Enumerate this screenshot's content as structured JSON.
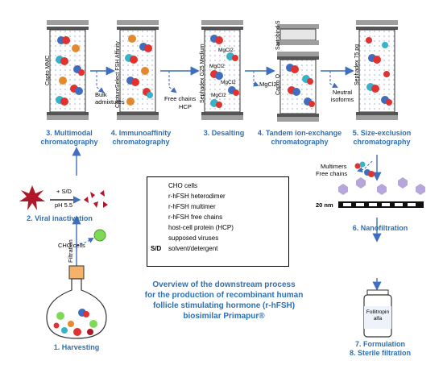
{
  "steps": {
    "s1": "1. Harvesting",
    "s2": "2. Viral inactivation",
    "s3a_l1": "3. Multimodal",
    "s3a_l2": "chromatography",
    "s4a_l1": "4. Immunoaffinity",
    "s4a_l2": "chromatography",
    "s3b": "3. Desalting",
    "s4b_l1": "4. Tandem ion-exchange",
    "s4b_l2": "chromatography",
    "s5_l1": "5. Size-exclusion",
    "s5_l2": "chromatography",
    "s6": "6. Nanofiltration",
    "s7": "7. Formulation",
    "s8": "8. Sterile filtration"
  },
  "columns": {
    "c1": "Capto MMC",
    "c2": "CaptureSelect FSH Affinity",
    "c3": "Sephadex G25 Medium",
    "c4a": "Sartobind S",
    "c4b": "Capto Q",
    "c5": "Sephadex 75 pg"
  },
  "annotations": {
    "bulk_l1": "Bulk",
    "bulk_l2": "admixtures",
    "free_chains": "Free chains",
    "hcp": "HCP",
    "mgcl2": "MgCl2",
    "mgcl2_inside": "MgCl2",
    "neutral_l1": "Neutral",
    "neutral_l2": "isoforms",
    "sd": "+ S/D",
    "ph": "pH 5.5",
    "filtration": "Filtration",
    "cho_cells": "CHO cells",
    "multimers": "Multimers",
    "free_chains2": "Free chains",
    "nm20": "20 nm",
    "vial_l1": "Follitropin",
    "vial_l2": "alfa"
  },
  "legend": {
    "items": [
      {
        "label": "CHO cells",
        "icon": "green-circle"
      },
      {
        "label": "r-hFSH heterodimer",
        "icon": "heterodimer"
      },
      {
        "label": "r-hFSH multimer",
        "icon": "multimer"
      },
      {
        "label": "r-hFSH free chains",
        "icon": "free-chains"
      },
      {
        "label": "host-cell protein (HCP)",
        "icon": "orange-circle"
      },
      {
        "label": "supposed viruses",
        "icon": "virus-star"
      },
      {
        "label": "solvent/detergent",
        "abbr": "S/D"
      }
    ]
  },
  "overview": {
    "l1": "Overview of the downstream process",
    "l2": "for the production of recombinant human",
    "l3": "follicle stimulating hormone (r-hFSH)",
    "l4": "biosimilar Primapur®"
  },
  "colors": {
    "accent": "#2E6FB4",
    "red": "#E0322E",
    "blue": "#3F6DC0",
    "teal": "#36B3C8",
    "green": "#7ED957",
    "orange": "#E58A2C",
    "virus": "#B0182A",
    "violet": "#B7A6D9",
    "bottle": "#F6B26B"
  }
}
